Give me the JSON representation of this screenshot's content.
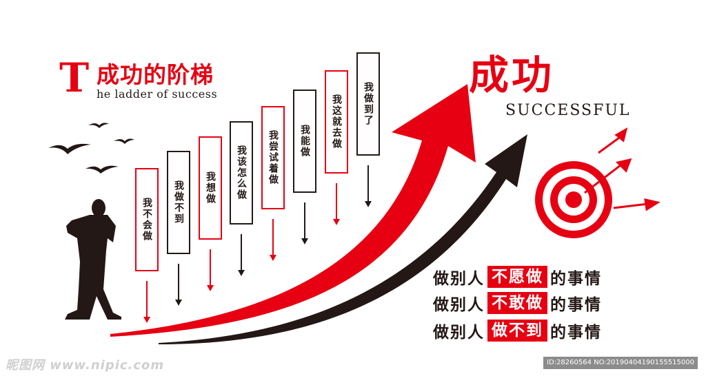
{
  "title": {
    "initial": "T",
    "cn": "成功的阶梯",
    "en": "he ladder of success"
  },
  "steps": [
    {
      "text": "我不会做",
      "color": "red"
    },
    {
      "text": "我做不到",
      "color": "black"
    },
    {
      "text": "我想做",
      "color": "red"
    },
    {
      "text": "我该怎么做",
      "color": "black"
    },
    {
      "text": "我尝试着做",
      "color": "red"
    },
    {
      "text": "我能做",
      "color": "black"
    },
    {
      "text": "我这就去做",
      "color": "red"
    },
    {
      "text": "我做到了",
      "color": "black"
    }
  ],
  "success": {
    "cn": "成功",
    "en": "SUCCESSFUL"
  },
  "slogans": [
    {
      "prefix": "做别人",
      "highlight": "不愿做",
      "suffix": "的事情"
    },
    {
      "prefix": "做别人",
      "highlight": "不敢做",
      "suffix": "的事情"
    },
    {
      "prefix": "做别人",
      "highlight": "做不到",
      "suffix": "的事情"
    }
  ],
  "watermark": {
    "left": "昵图网 www.nipic.com",
    "right": "ID:28260564 NO:20190404190155515000"
  },
  "colors": {
    "red": "#e60012",
    "black": "#231815"
  }
}
